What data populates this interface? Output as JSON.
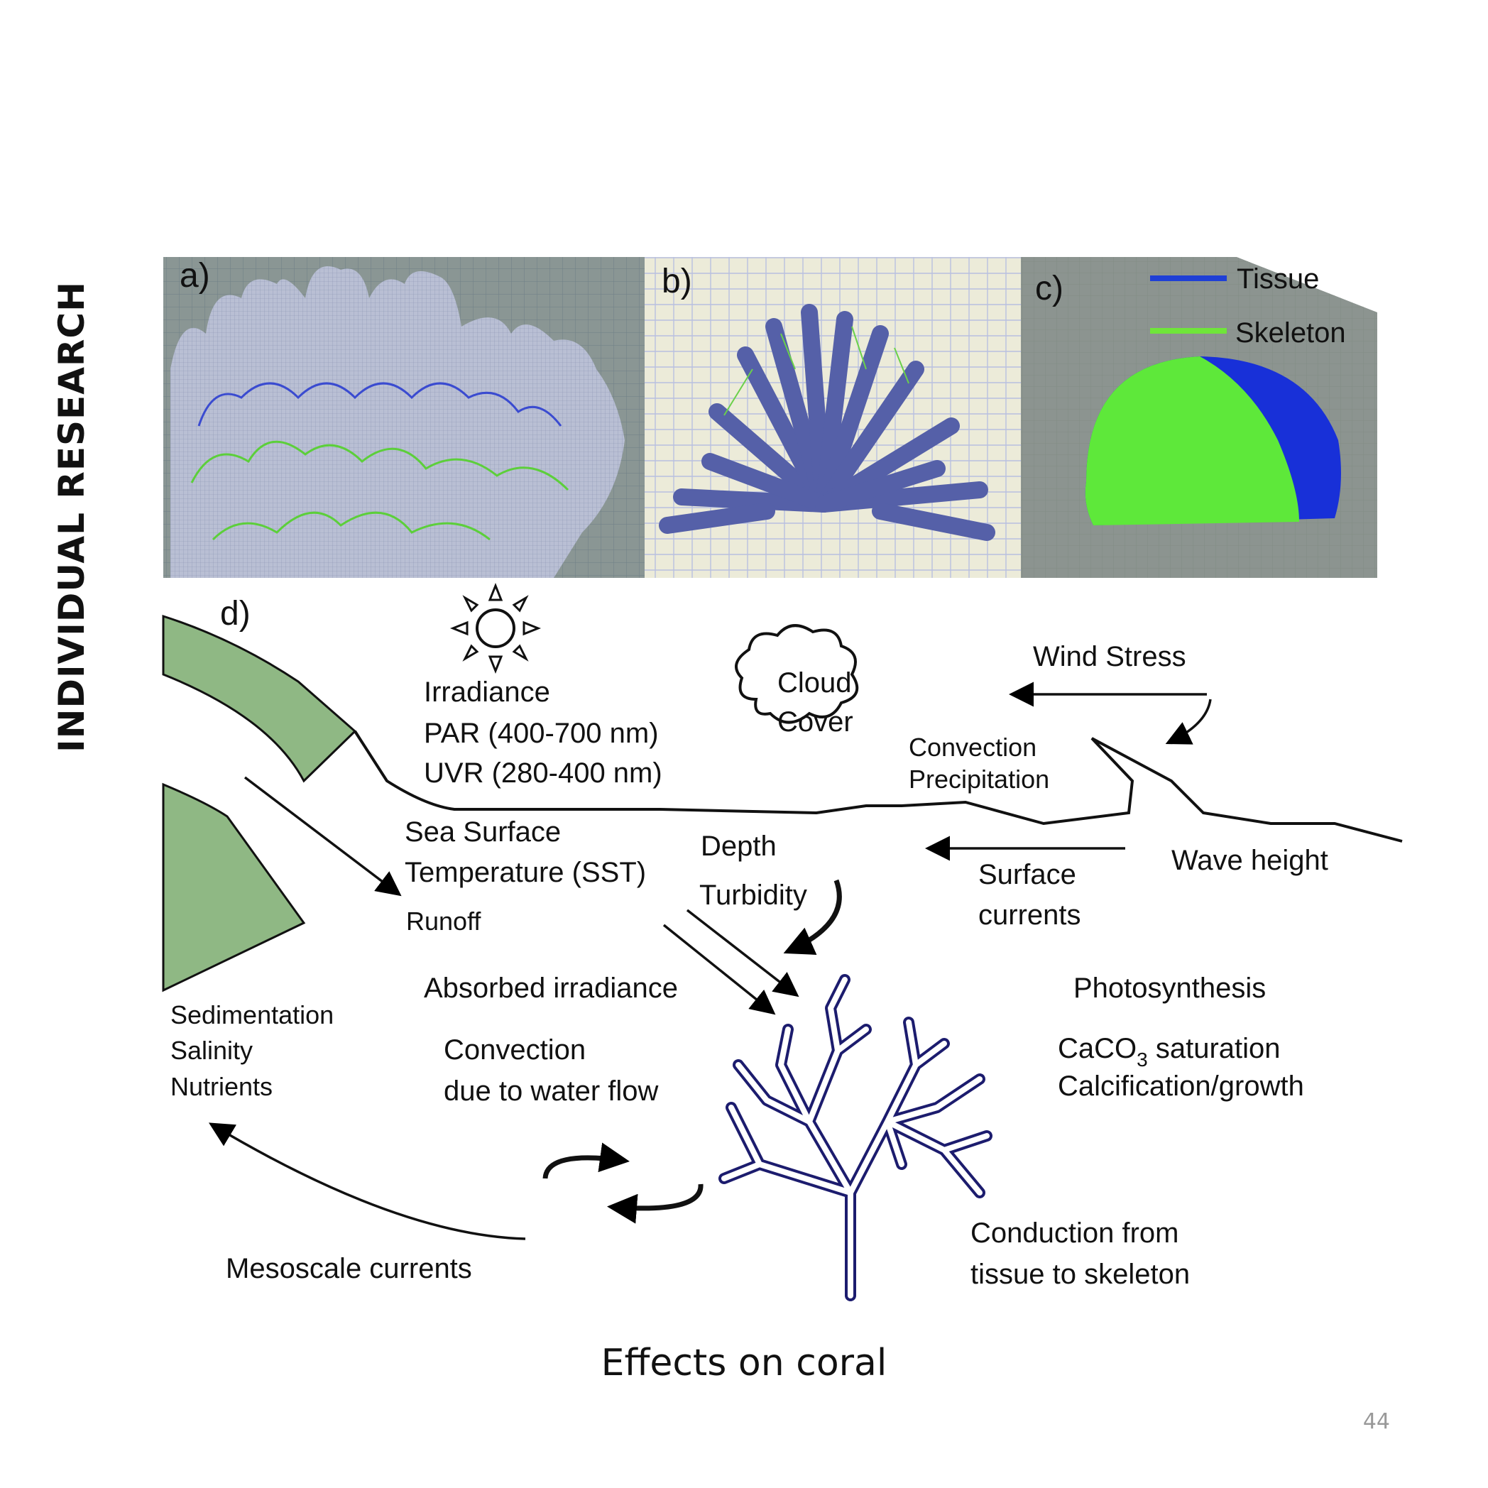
{
  "side_label": "INDIVIDUAL RESEARCH",
  "caption": "Effects on coral",
  "page_number": "44",
  "panels": {
    "a": "a)",
    "b": "b)",
    "c": "c)",
    "d": "d)"
  },
  "legend": {
    "tissue": "Tissue",
    "skeleton": "Skeleton",
    "tissue_color": "#1f3fd6",
    "skeleton_color": "#6fe63a"
  },
  "labels": {
    "irradiance": "Irradiance",
    "par": "PAR (400-700 nm)",
    "uvr": "UVR (280-400 nm)",
    "cloud_1": "Cloud",
    "cloud_2": "Cover",
    "wind_stress": "Wind Stress",
    "convection": "Convection",
    "precipitation": "Precipitation",
    "sst_1": "Sea Surface",
    "sst_2": "Temperature (SST)",
    "runoff": "Runoff",
    "depth": "Depth",
    "turbidity": "Turbidity",
    "surface_currents_1": "Surface",
    "surface_currents_2": "currents",
    "wave_height": "Wave height",
    "absorbed_irradiance": "Absorbed irradiance",
    "sedimentation": "Sedimentation",
    "salinity": "Salinity",
    "nutrients": "Nutrients",
    "convection_flow_1": "Convection",
    "convection_flow_2": "due to water flow",
    "photosynthesis": "Photosynthesis",
    "caco3_a": "CaCO",
    "caco3_sub": "3",
    "caco3_b": " saturation",
    "calcification": "Calcification/growth",
    "conduction_1": "Conduction from",
    "conduction_2": "tissue to skeleton",
    "mesoscale": "Mesoscale currents"
  }
}
